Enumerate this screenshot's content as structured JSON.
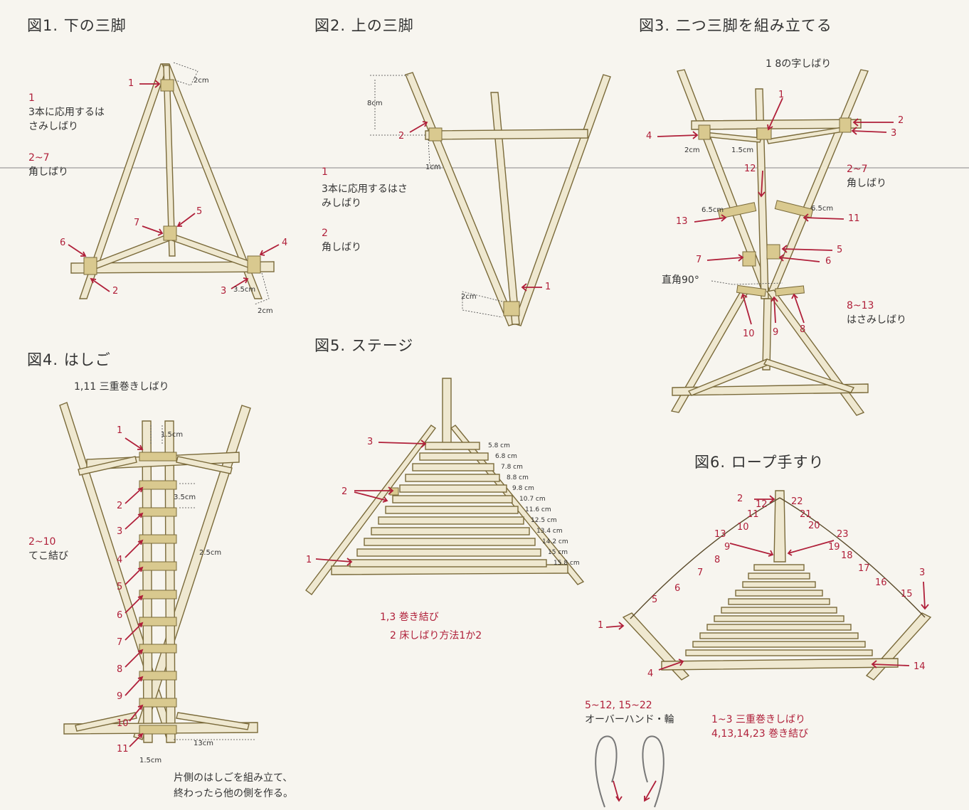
{
  "fig1": {
    "title": "図1. 下の三脚",
    "note1_num": "1",
    "note1_text": "3本に応用するは",
    "note1_text2": "さみしばり",
    "note2_num": "2~7",
    "note2_text": "角しばり",
    "dims": [
      "2cm",
      "3.5cm",
      "2cm"
    ],
    "numbers": [
      "1",
      "2",
      "3",
      "4",
      "5",
      "6",
      "7"
    ]
  },
  "fig2": {
    "title": "図2. 上の三脚",
    "note1_num": "1",
    "note1_text": "3本に応用するはさ",
    "note1_text2": "みしばり",
    "note2_num": "2",
    "note2_text": "角しばり",
    "dims": [
      "8cm",
      "1cm",
      "2cm"
    ],
    "numbers": [
      "1",
      "2"
    ]
  },
  "fig3": {
    "title": "図3. 二つ三脚を組み立てる",
    "top_note": "1 8の字しばり",
    "note2_num": "2~7",
    "note2_text": "角しばり",
    "note3_num": "8~13",
    "note3_text": "はさみしばり",
    "right_angle": "直角90°",
    "dims": [
      "2cm",
      "1.5cm",
      "6.5cm",
      "6.5cm"
    ],
    "numbers": [
      "1",
      "2",
      "3",
      "4",
      "5",
      "6",
      "7",
      "8",
      "9",
      "10",
      "11",
      "12",
      "13"
    ]
  },
  "fig4": {
    "title": "図4. はしご",
    "top_note": "1,11 三重巻きしばり",
    "note2_num": "2~10",
    "note2_text": "てこ結び",
    "bottom_note1": "片側のはしごを組み立て、",
    "bottom_note2": "終わったら他の側を作る。",
    "dims": [
      "1.5cm",
      "3.5cm",
      "2.5cm",
      "13cm",
      "1.5cm"
    ],
    "numbers": [
      "1",
      "2",
      "3",
      "4",
      "5",
      "6",
      "7",
      "8",
      "9",
      "10",
      "11"
    ]
  },
  "fig5": {
    "title": "図5. ステージ",
    "note1": "1,3 巻き結び",
    "note2": "2 床しばり方法1か2",
    "stairs": [
      "5.8 cm",
      "6.8 cm",
      "7.8 cm",
      "8.8 cm",
      "9.8 cm",
      "10.7 cm",
      "11.6 cm",
      "12.5 cm",
      "13.4 cm",
      "14.2 cm",
      "15 cm",
      "15.8 cm"
    ],
    "numbers": [
      "1",
      "2",
      "3"
    ]
  },
  "fig6": {
    "title": "図6. ロープ手すり",
    "note_left1": "5~12, 15~22",
    "note_left2": "オーバーハンド・輪",
    "note_right1": "1~3 三重巻きしばり",
    "note_right2": "4,13,14,23 巻き結び",
    "numbers": [
      "1",
      "2",
      "3",
      "4",
      "5",
      "6",
      "7",
      "8",
      "9",
      "10",
      "11",
      "12",
      "13",
      "14",
      "15",
      "16",
      "17",
      "18",
      "19",
      "20",
      "21",
      "22",
      "23"
    ]
  },
  "colors": {
    "accent": "#b0203a",
    "pole": "#efe8d0",
    "line": "#7a6a3a"
  }
}
